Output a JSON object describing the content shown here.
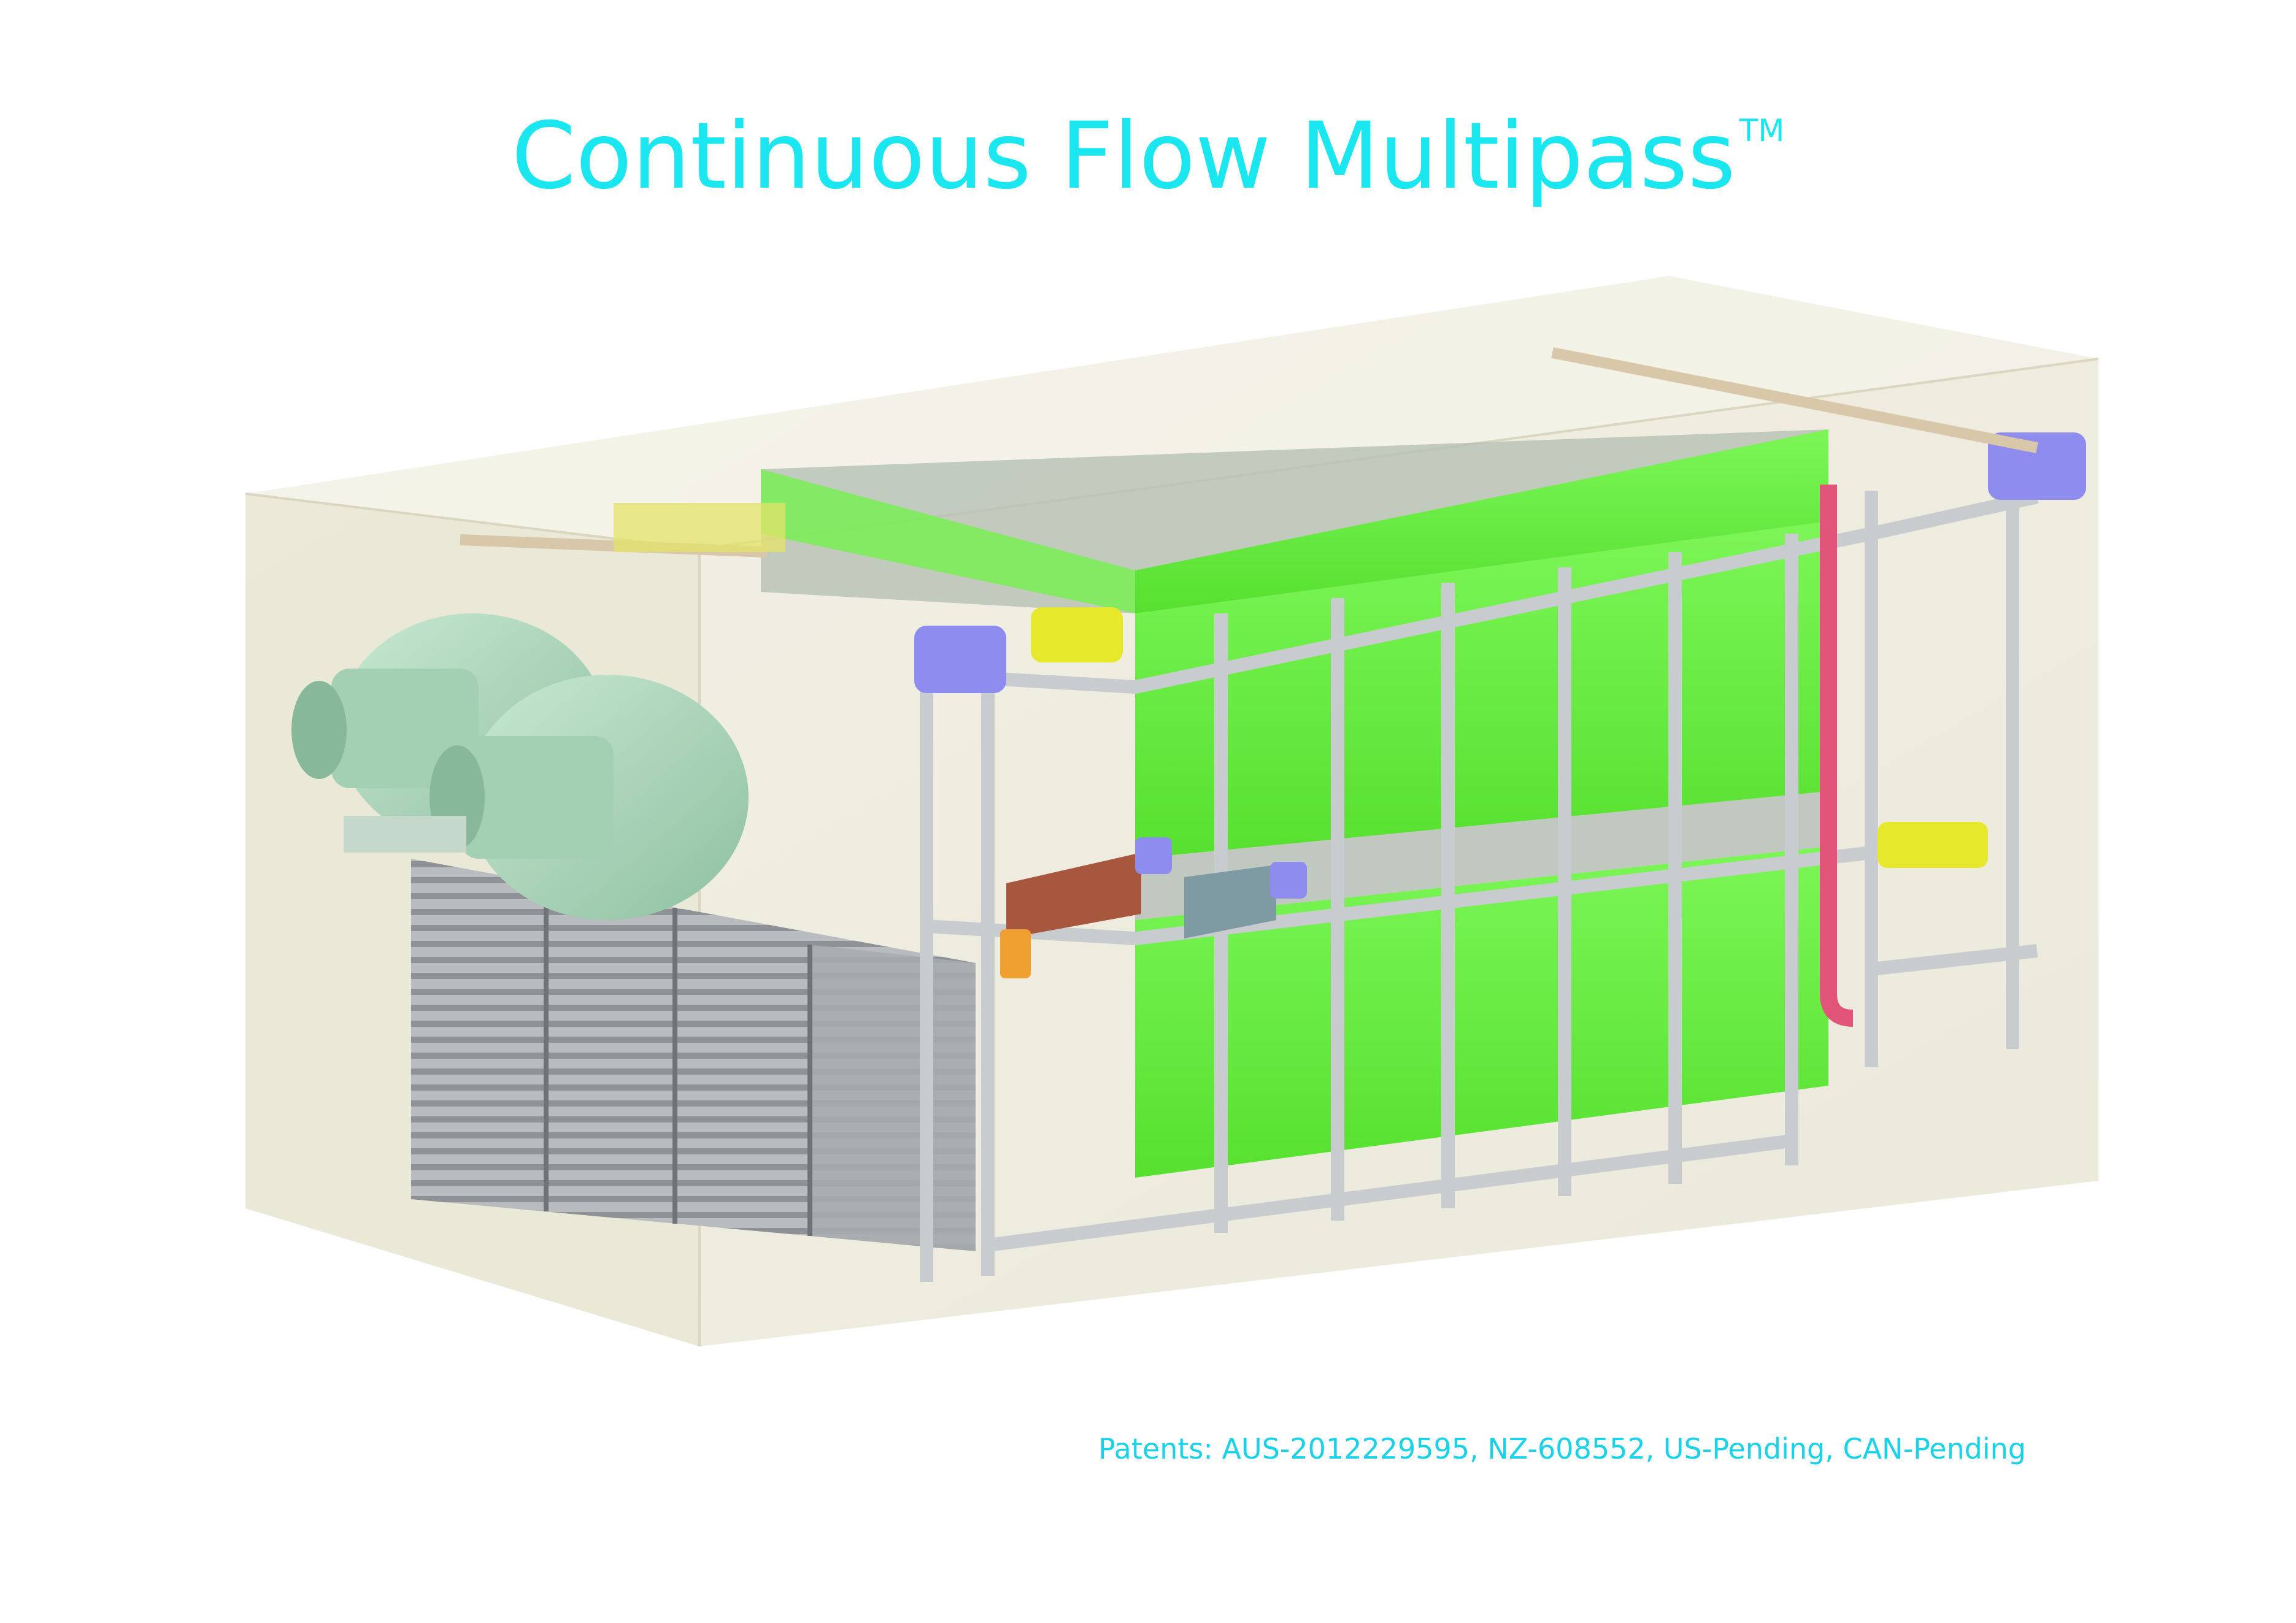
{
  "title": {
    "text": "Continuous Flow Multipass",
    "trademark": "TM"
  },
  "patents": {
    "text": "Patents: AUS-2012229595, NZ-608552, US-Pending, CAN-Pending"
  },
  "colors": {
    "title": "#19e6ee",
    "panel_green": "#6cf244",
    "frame": "#c8cccf",
    "gearbox_blue": "#8f8cf0",
    "gearbox_yellow": "#e6e82b",
    "fan_housing": "#a9d4b8",
    "pipe_pink": "#e2557a",
    "enclosure": "#ecebd9"
  },
  "icons": [
    "fan-motor-icon",
    "gearbox-icon",
    "coil-icon"
  ]
}
